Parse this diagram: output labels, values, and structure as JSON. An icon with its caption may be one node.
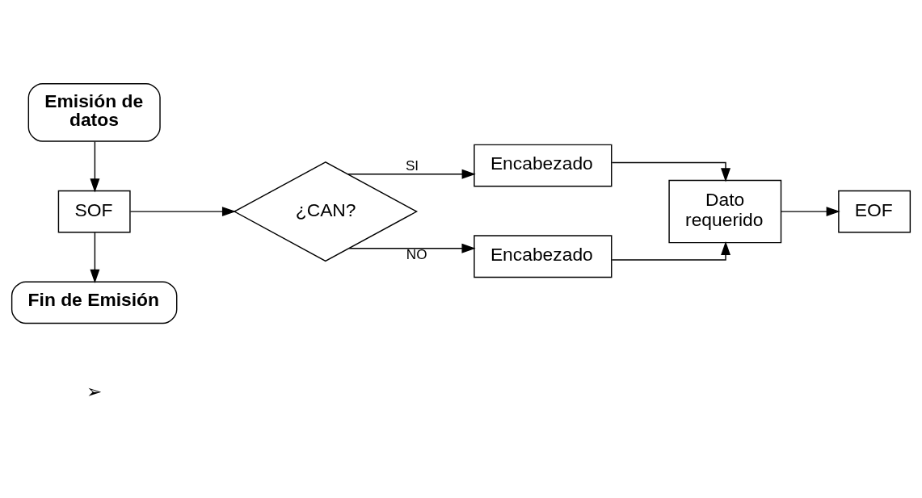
{
  "diagram": {
    "nodes": [
      {
        "text": [
          "Emisión de datos"
        ]
      },
      {
        "text": [
          "SOF"
        ]
      },
      {
        "text": [
          "¿CAN?"
        ]
      },
      {
        "text": [
          "Encabezado"
        ]
      },
      {
        "text": [
          "Encabezado"
        ]
      },
      {
        "text": [
          "Dato requerido"
        ]
      },
      {
        "text": [
          "EOF"
        ]
      },
      {
        "text": [
          "Fin de Emisión"
        ]
      }
    ],
    "edges": [
      {
        "from": 0,
        "to": 1,
        "arrow": "to"
      },
      {
        "from": 1,
        "to": 2,
        "arrow": "to"
      },
      {
        "from": 2,
        "to": 3,
        "arrow": "to",
        "label": "SI"
      },
      {
        "from": 2,
        "to": 4,
        "arrow": "to",
        "label": "NO"
      },
      {
        "from": 3,
        "to": 5,
        "arrow": "to"
      },
      {
        "from": 4,
        "to": 5,
        "arrow": "to"
      },
      {
        "from": 5,
        "to": 6,
        "arrow": "to"
      },
      {
        "from": 1,
        "to": 7,
        "arrow": "to"
      }
    ],
    "labels": [
      "➢"
    ]
  }
}
